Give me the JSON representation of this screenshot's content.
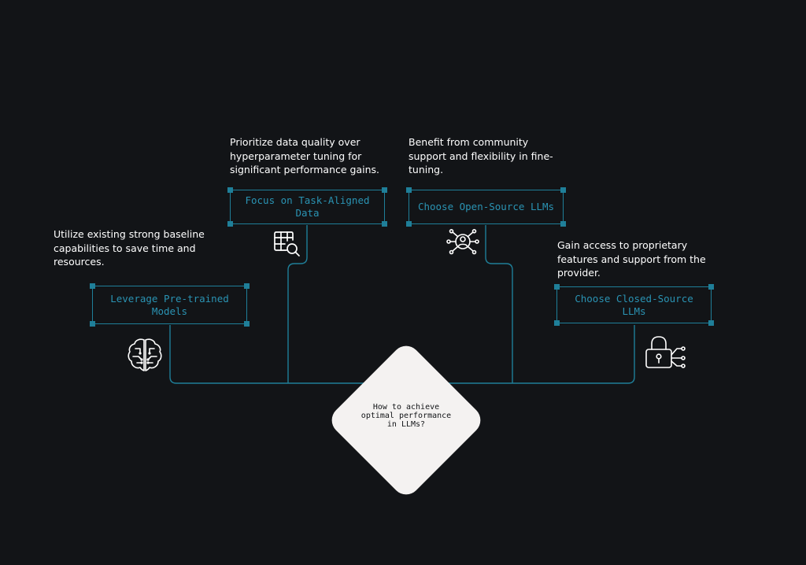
{
  "center": {
    "question": "How to achieve optimal performance in LLMs?"
  },
  "options": [
    {
      "title": "Leverage Pre-trained Models",
      "description": "Utilize existing strong baseline capabilities to save time and resources.",
      "icon": "brain-circuit-icon"
    },
    {
      "title": "Focus on Task-Aligned Data",
      "description": "Prioritize data quality over hyperparameter tuning for significant performance gains.",
      "icon": "table-search-icon"
    },
    {
      "title": "Choose Open-Source LLMs",
      "description": "Benefit from community support and flexibility in fine-tuning.",
      "icon": "community-network-icon"
    },
    {
      "title": "Choose Closed-Source LLMs",
      "description": "Gain access to proprietary features and support from the provider.",
      "icon": "lock-network-icon"
    }
  ],
  "colors": {
    "background": "#121417",
    "accent": "#1f7f99",
    "label": "#2a93b3",
    "text": "#ffffff",
    "diamond": "#f4f2f1"
  }
}
